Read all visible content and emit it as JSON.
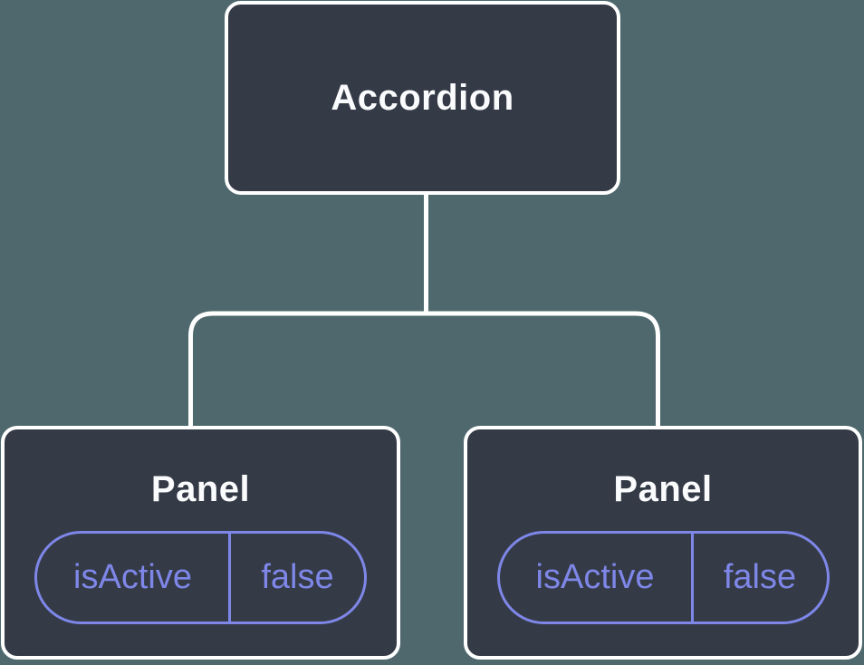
{
  "diagram": {
    "type": "component-tree",
    "colors": {
      "background": "#4E686D",
      "node_fill": "#343A46",
      "node_border": "#FFFFFF",
      "title_text": "#FAFBFC",
      "state_accent": "#7E87E8",
      "connector": "#FFFFFF"
    },
    "root": {
      "label": "Accordion"
    },
    "children": [
      {
        "label": "Panel",
        "state": {
          "key": "isActive",
          "value": "false"
        }
      },
      {
        "label": "Panel",
        "state": {
          "key": "isActive",
          "value": "false"
        }
      }
    ]
  }
}
